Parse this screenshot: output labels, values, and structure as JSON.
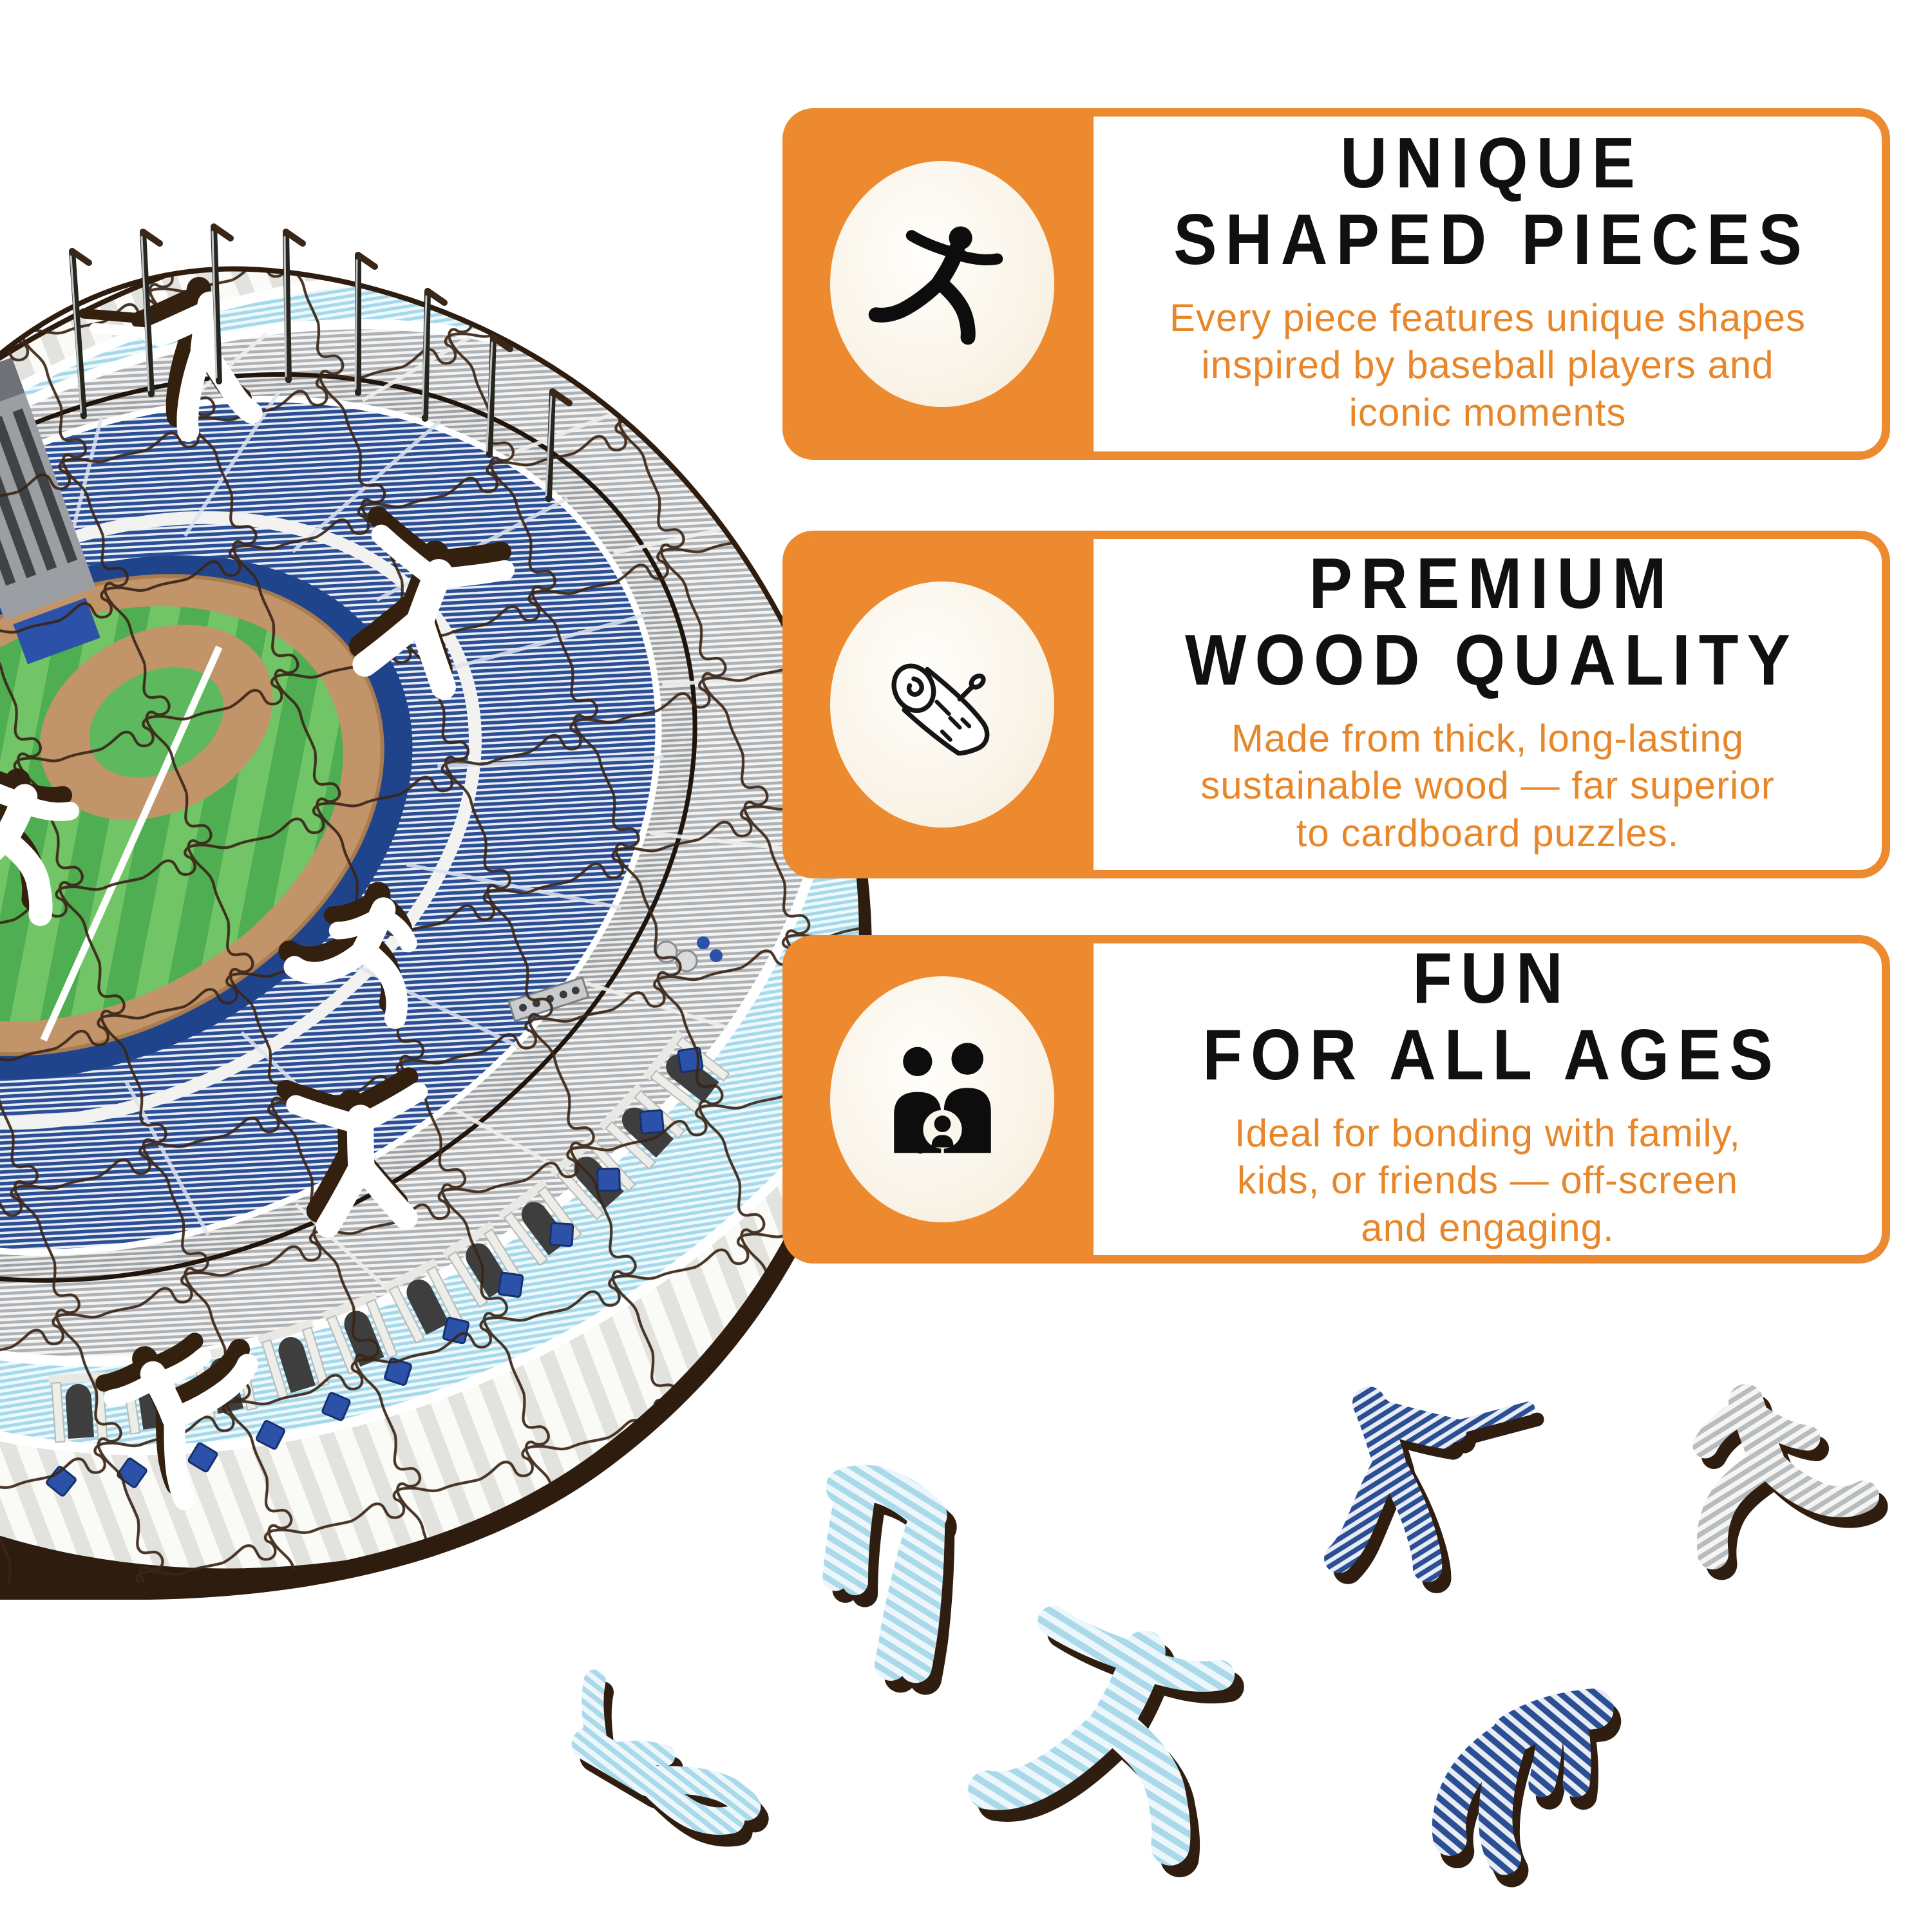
{
  "colors": {
    "accent_orange": "#ED8A2F",
    "body_text_orange": "#E8862A",
    "heading_black": "#101010",
    "icon_circle_cream": "#FBF6EC",
    "puzzle_wood_brown": "#33200F",
    "seat_blue": "#2B4E95",
    "concourse_cyan": "#A9D9EA",
    "field_green": "#4FAE52"
  },
  "cards": [
    {
      "icon": "baseball-pitcher-icon",
      "title_line1": "UNIQUE",
      "title_line2": "SHAPED PIECES",
      "body": "Every piece features unique shapes\ninspired by baseball players and\niconic moments"
    },
    {
      "icon": "wood-log-icon",
      "title_line1": "PREMIUM",
      "title_line2": "WOOD QUALITY",
      "body": "Made from thick, long-lasting\nsustainable wood — far superior\nto cardboard puzzles."
    },
    {
      "icon": "family-icon",
      "title_line1": "FUN",
      "title_line2": "FOR ALL AGES",
      "body": "Ideal for bonding with family,\nkids, or friends — off-screen\nand engaging."
    }
  ],
  "illustration": {
    "subject": "Wooden jigsaw puzzle of a baseball stadium with player-shaped missing pieces",
    "missing_piece_holes": [
      "batter-hole",
      "spread-player-hole",
      "runner-hole",
      "spread-player-hole-2",
      "kicking-player-hole",
      "edge-player-hole"
    ],
    "loose_pieces": [
      "sliding-player-piece",
      "bending-fielder-piece",
      "pitching-player-piece",
      "batting-player-piece",
      "crouching-player-piece",
      "running-player-piece"
    ]
  }
}
